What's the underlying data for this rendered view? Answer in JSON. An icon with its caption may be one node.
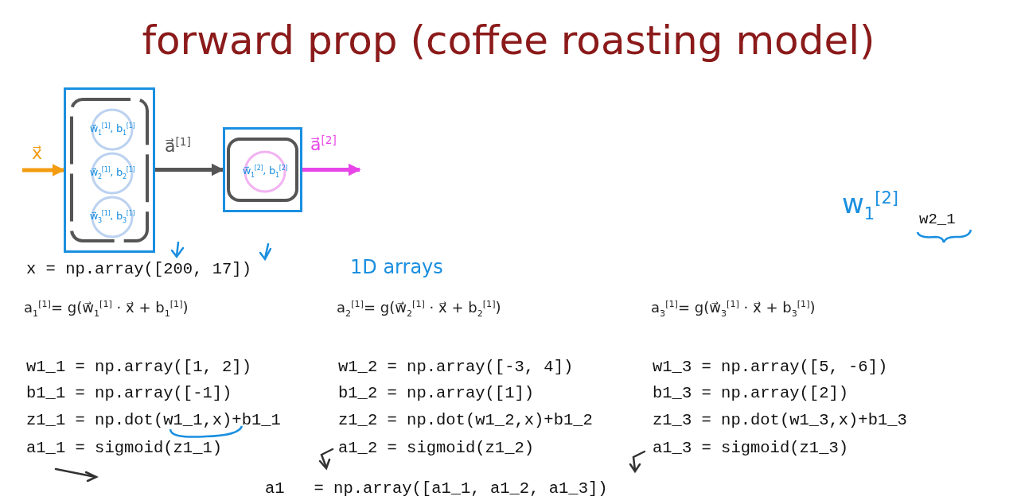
{
  "diagram": {
    "title": "forward prop (coffee roasting model)",
    "nodes": [
      {
        "text": [],
        "shape": "box"
      },
      {
        "text": [
          "w⃗$_{1}$$^{[1]}$, b$_{1}$$^{[1]}$"
        ],
        "in": 0
      },
      {
        "text": [
          "w⃗$_{2}$$^{[1]}$, b$_{2}$$^{[1]}$"
        ],
        "in": 0
      },
      {
        "text": [
          "w⃗$_{3}$$^{[1]}$, b$_{3}$$^{[1]}$"
        ],
        "in": 0
      },
      {
        "text": [],
        "shape": "box"
      },
      {
        "text": [
          "w⃗$_{1}$$^{[2]}$, b$_{1}$$^{[2]}$"
        ],
        "in": 4
      }
    ],
    "edges": [
      {
        "from": null,
        "to": 0,
        "arrow": "to",
        "label": "x⃗",
        "color": "#f39c12"
      },
      {
        "from": 0,
        "to": 4,
        "arrow": "to",
        "label": "a⃗$^{[1]}$",
        "color": "#555555"
      },
      {
        "from": 4,
        "to": null,
        "arrow": "to",
        "label": "a⃗$^{[2]}$",
        "color": "#e845e8"
      }
    ],
    "labels": [
      "w$_{1}$$^{[2]}$",
      "w2_1",
      "x = np.array([200, 17])",
      "1D arrays",
      "a$_{1}$$^{[1]}$= g(w⃗$_{1}$$^{[1]}$ · x⃗ + b$_{1}$$^{[1]}$)",
      "a$_{2}$$^{[1]}$= g(w⃗$_{2}$$^{[1]}$ · x⃗ + b$_{2}$$^{[1]}$)",
      "a$_{3}$$^{[1]}$= g(w⃗$_{3}$$^{[1]}$ · x⃗ + b$_{3}$$^{[1]}$)",
      "w1_1 = np.array([1, 2])",
      "w1_2 = np.array([-3, 4])",
      "w1_3 = np.array([5, -6])",
      "b1_1 = np.array([-1])",
      "b1_2 = np.array([1])",
      "b1_3 = np.array([2])",
      "z1_1 = np.dot(w1_1,x)+b1_1",
      "z1_2 = np.dot(w1_2,x)+b1_2",
      "z1_3 = np.dot(w1_3,x)+b1_3",
      "a1_1 = sigmoid(z1_1)",
      "a1_2 = sigmoid(z1_2)",
      "a1_3 = sigmoid(z1_3)",
      "a1   = np.array([a1_1, a1_2, a1_3])"
    ]
  }
}
